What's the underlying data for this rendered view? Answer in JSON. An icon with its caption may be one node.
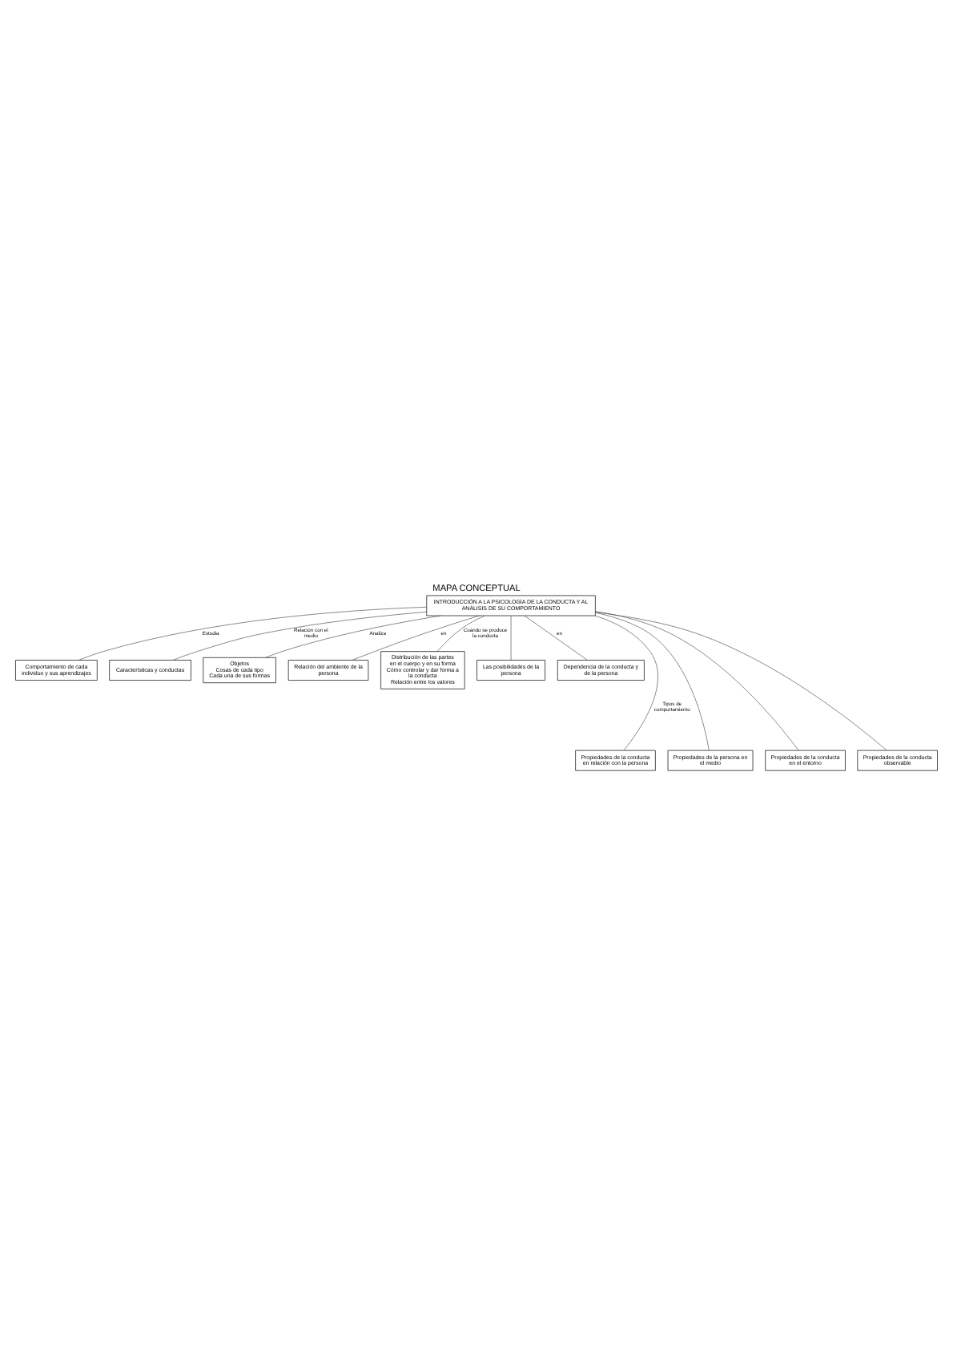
{
  "diagram": {
    "title": "MAPA CONCEPTUAL",
    "nodes": [
      {
        "text": [
          "INTRODUCCIÓN A LA PSICOLOGÍA DE LA CONDUCTA Y AL ANÁLISIS DE SU COMPORTAMIENTO"
        ]
      },
      {
        "text": [
          "Comportamiento de cada individuo y sus aprendizajes"
        ]
      },
      {
        "text": [
          "Características y conductas"
        ]
      },
      {
        "text": [
          "Objetos",
          "Cosas de cada tipo",
          "Cada una de sus formas"
        ]
      },
      {
        "text": [
          "Relación del ambiente de la persona"
        ]
      },
      {
        "text": [
          "Distribución de las partes en el cuerpo y en su forma",
          "Cómo controlar y dar forma a la conducta",
          "Relación entre los valores"
        ]
      },
      {
        "text": [
          "Las posibilidades de la persona"
        ]
      },
      {
        "text": [
          "Dependencia de la conducta y de la persona"
        ]
      },
      {
        "text": [
          "Propiedades de la conducta en relación con la persona"
        ]
      },
      {
        "text": [
          "Propiedades de la persona en el medio"
        ]
      },
      {
        "text": [
          "Propiedades de la conducta en el entorno"
        ]
      },
      {
        "text": [
          "Propiedades de la conducta observable"
        ]
      }
    ],
    "edges": [
      {
        "from": 0,
        "to": 1,
        "arrow": "none",
        "label": "Estudia"
      },
      {
        "from": 0,
        "to": 2,
        "arrow": "none",
        "label": "Relación con el medio"
      },
      {
        "from": 0,
        "to": 3,
        "arrow": "none",
        "label": "Analiza"
      },
      {
        "from": 0,
        "to": 4,
        "arrow": "none",
        "label": "en"
      },
      {
        "from": 0,
        "to": 5,
        "arrow": "none",
        "label": "Cuándo se produce la conducta"
      },
      {
        "from": 0,
        "to": 6,
        "arrow": "none"
      },
      {
        "from": 0,
        "to": 7,
        "arrow": "none",
        "label": "en"
      },
      {
        "from": 0,
        "to": 8,
        "arrow": "none",
        "label": "Tipos de comportamiento"
      },
      {
        "from": 0,
        "to": 9,
        "arrow": "none"
      },
      {
        "from": 0,
        "to": 10,
        "arrow": "none"
      },
      {
        "from": 0,
        "to": 11,
        "arrow": "none"
      }
    ]
  }
}
